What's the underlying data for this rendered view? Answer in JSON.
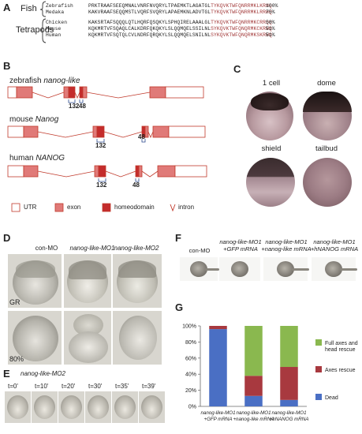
{
  "panelA": {
    "label": "A",
    "groups": [
      {
        "name": "Fish"
      },
      {
        "name": "Tetrapods"
      }
    ],
    "rows": [
      {
        "species": "Zebrafish",
        "seq": "PRKTRAAFSEEQMNALVNRFNVQRYLTPAEMKTLAGATGLTYKQVKTWFQNRRMKLKRHQ",
        "pct": "100%"
      },
      {
        "species": "Medaka",
        "seq": "KAKVRAAFSEQQMSTLVQRFSVQRYLAPAEMKNLADVTGLTYKQVKTWFQNRRMKLRRHQ",
        "pct": "75%"
      },
      {
        "species": "Chicken",
        "seq": "KAKSRTAFSQQQLQTLHQRFQSQKYLSPHQIRELAAALGLTYKQVKTWFQNRRMKCRRQQ",
        "pct": "58%"
      },
      {
        "species": "Mouse",
        "seq": "KQKMRTVFSQAQLCALKDRFQKQKYLSLQQMQELSSILNLSYKQVKTWFQNQRMKCKRWQ",
        "pct": "51%"
      },
      {
        "species": "Human",
        "seq": "KQKMRTVFSQTQLCVLNDRFQRQKYLSLQQMQELSNILNLSYKQVKTWFQNQRMKSKRWQ",
        "pct": "51%"
      }
    ]
  },
  "panelB": {
    "label": "B",
    "genes": [
      {
        "prefix": "zebrafish ",
        "name": "nanog-like",
        "numbers": [
          "132",
          "48"
        ]
      },
      {
        "prefix": "mouse ",
        "name": "Nanog",
        "numbers": [
          "132",
          "48"
        ]
      },
      {
        "prefix": "human ",
        "name": "NANOG",
        "numbers": [
          "132",
          "48"
        ]
      }
    ],
    "legend": {
      "utr": "UTR",
      "exon": "exon",
      "homeodomain": "homeodomain",
      "intron": "intron"
    },
    "colors": {
      "exon": "#e07a78",
      "homeodomain": "#c42c2c",
      "outline": "#c0392b"
    }
  },
  "panelC": {
    "label": "C",
    "stages": [
      "1 cell",
      "dome",
      "shield",
      "tailbud"
    ]
  },
  "panelD": {
    "label": "D",
    "columns": [
      "con-MO",
      "nanog-like-MO1",
      "nanog-like-MO2"
    ],
    "rows": [
      "GR",
      "80%"
    ]
  },
  "panelE": {
    "label": "E",
    "title": "nanog-like-MO2",
    "times": [
      "t=0'",
      "t=10'",
      "t=20'",
      "t=30'",
      "t=35'",
      "t=39'"
    ]
  },
  "panelF": {
    "label": "F",
    "columns": [
      {
        "line1": "con-MO",
        "line2": "",
        "line3": ""
      },
      {
        "line1": "nanog-like-MO1",
        "line2": "+GFP mRNA",
        "line3": ""
      },
      {
        "line1": "nanog-like-MO1",
        "line2": "+nanog-like mRNA",
        "line3": ""
      },
      {
        "line1": "nanog-like-MO1",
        "line2": "+hNANOG mRNA",
        "line3": ""
      }
    ]
  },
  "panelG": {
    "label": "G",
    "chart_data": {
      "type": "bar",
      "stacked": true,
      "categories": [
        "nanog-like-MO1 +GFP mRNA",
        "nanog-like-MO1 +nanog-like mRNA",
        "nanog-like-MO1 +hNANOG mRNA"
      ],
      "category_lines": [
        [
          "nanog-like-MO1",
          "+GFP mRNA"
        ],
        [
          "nanog-like-MO1",
          "+nanog-like mRNA"
        ],
        [
          "nanog-like-MO1",
          "+hNANOG mRNA"
        ]
      ],
      "series": [
        {
          "name": "Dead",
          "color": "#4a6fc4",
          "values": [
            96,
            13,
            8
          ]
        },
        {
          "name": "Axes rescue",
          "color": "#a8393f",
          "values": [
            4,
            25,
            41
          ]
        },
        {
          "name": "Full axes and head rescue",
          "color": "#8ab84f",
          "values": [
            0,
            62,
            51
          ]
        }
      ],
      "legend_lines": [
        [
          "Full axes and",
          "head rescue"
        ],
        [
          "Axes rescue"
        ],
        [
          "Dead"
        ]
      ],
      "yticks": [
        "0%",
        "20%",
        "40%",
        "60%",
        "80%",
        "100%"
      ],
      "ylim": [
        0,
        100
      ],
      "legend_position": "right"
    }
  }
}
